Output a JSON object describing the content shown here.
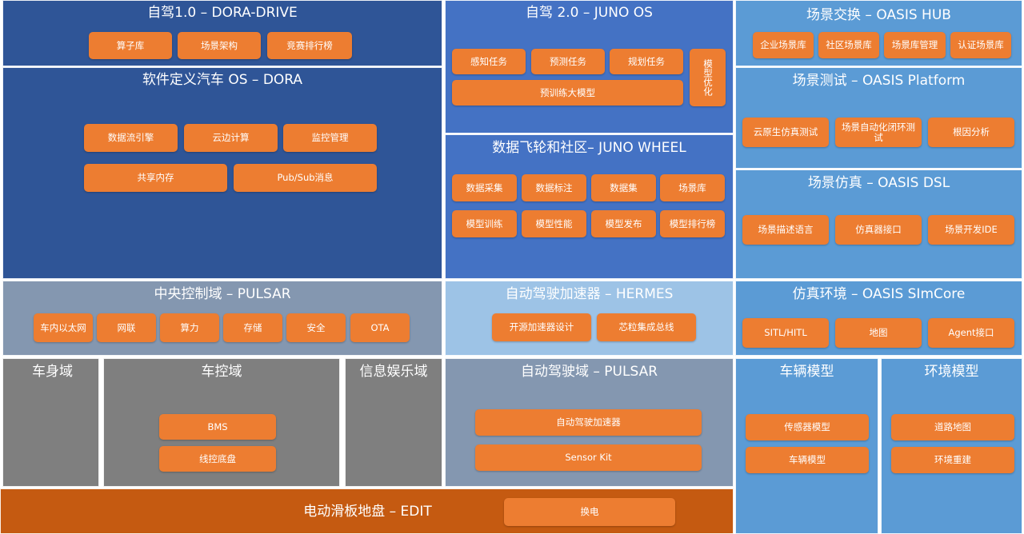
{
  "colors": {
    "navy": "#2F5597",
    "royal": "#4472C4",
    "sky": "#5B9BD5",
    "slate": "#8497B0",
    "pale": "#9DC3E6",
    "gray": "#7F7F7F",
    "rust": "#C55A11",
    "button": "#ED7D31"
  },
  "dora_drive": {
    "title": "自驾1.0 – DORA-DRIVE",
    "items": [
      "算子库",
      "场景架构",
      "竞赛排行榜"
    ]
  },
  "dora_os": {
    "title": "软件定义汽车 OS – DORA",
    "items": [
      "数据流引擎",
      "云边计算",
      "监控管理",
      "共享内存",
      "Pub/Sub消息"
    ]
  },
  "juno_os": {
    "title": "自驾 2.0 – JUNO OS",
    "items": [
      "感知任务",
      "预测任务",
      "规划任务",
      "预训练大模型",
      "模型优化"
    ]
  },
  "juno_wheel": {
    "title": "数据飞轮和社区– JUNO WHEEL",
    "items": [
      "数据采集",
      "数据标注",
      "数据集",
      "场景库",
      "模型训练",
      "模型性能",
      "模型发布",
      "模型排行榜"
    ]
  },
  "oasis_hub": {
    "title": "场景交换 – OASIS HUB",
    "items": [
      "企业场景库",
      "社区场景库",
      "场景库管理",
      "认证场景库"
    ]
  },
  "oasis_platform": {
    "title": "场景测试 – OASIS Platform",
    "items": [
      "云原生仿真测试",
      "场景自动化闭环测试",
      "根因分析"
    ]
  },
  "oasis_dsl": {
    "title": "场景仿真 – OASIS DSL",
    "items": [
      "场景描述语言",
      "仿真器接口",
      "场景开发IDE"
    ]
  },
  "pulsar_central": {
    "title": "中央控制域 – PULSAR",
    "items": [
      "车内以太网",
      "网联",
      "算力",
      "存储",
      "安全",
      "OTA"
    ]
  },
  "hermes": {
    "title": "自动驾驶加速器 – HERMES",
    "items": [
      "开源加速器设计",
      "芯粒集成总线"
    ]
  },
  "oasis_simcore": {
    "title": "仿真环境 – OASIS SImCore",
    "items": [
      "SITL/HITL",
      "地图",
      "Agent接口"
    ]
  },
  "body_domain": {
    "title": "车身域"
  },
  "chassis_domain": {
    "title": "车控域",
    "items": [
      "BMS",
      "线控底盘"
    ]
  },
  "infotainment": {
    "title": "信息娱乐域"
  },
  "pulsar_ad": {
    "title": "自动驾驶域 – PULSAR",
    "items": [
      "自动驾驶加速器",
      "Sensor Kit"
    ]
  },
  "vehicle_model": {
    "title": "车辆模型",
    "items": [
      "传感器模型",
      "车辆模型"
    ]
  },
  "env_model": {
    "title": "环境模型",
    "items": [
      "道路地图",
      "环境重建"
    ]
  },
  "edit": {
    "title": "电动滑板地盘 – EDIT",
    "items": [
      "换电"
    ]
  }
}
